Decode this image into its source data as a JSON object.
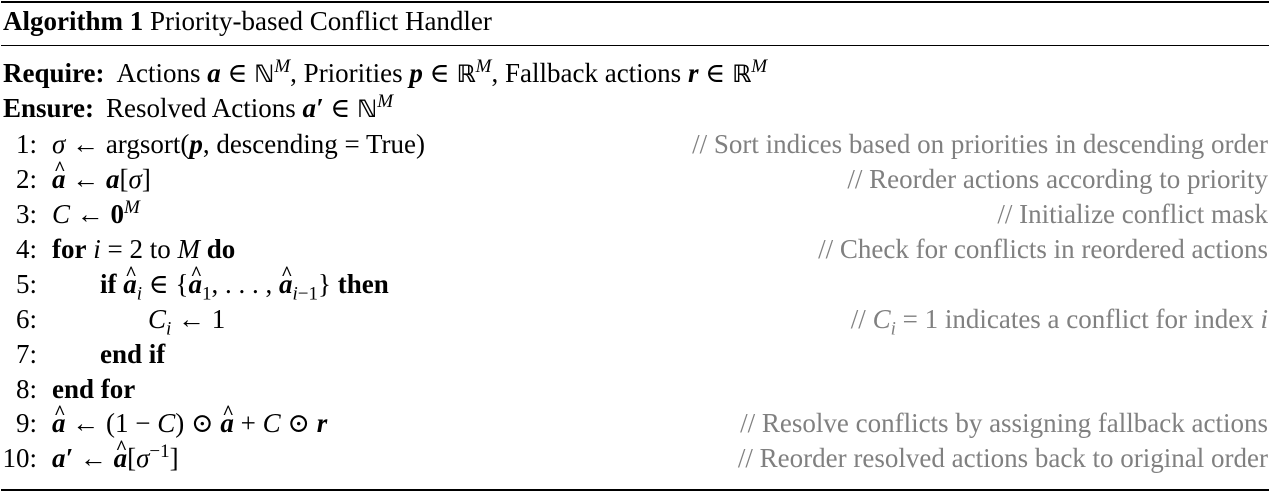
{
  "algorithm": {
    "label": "Algorithm 1",
    "title": "Priority-based Conflict Handler"
  },
  "require": {
    "keyword": "Require:",
    "actions_label": "Actions",
    "priorities_label": "Priorities",
    "fallback_label": "Fallback actions"
  },
  "ensure": {
    "keyword": "Ensure:",
    "label": "Resolved Actions"
  },
  "keywords": {
    "for": "for",
    "to": "to",
    "do": "do",
    "if": "if",
    "then": "then",
    "end_if": "end if",
    "end_for": "end for"
  },
  "steps": [
    {
      "num": "1:",
      "comment": "// Sort indices based on priorities in descending order"
    },
    {
      "num": "2:",
      "comment": "// Reorder actions according to priority"
    },
    {
      "num": "3:",
      "comment": "// Initialize conflict mask"
    },
    {
      "num": "4:",
      "comment": "// Check for conflicts in reordered actions"
    },
    {
      "num": "5:",
      "comment": ""
    },
    {
      "num": "6:",
      "comment": "indicates a conflict for index"
    },
    {
      "num": "7:",
      "comment": ""
    },
    {
      "num": "8:",
      "comment": ""
    },
    {
      "num": "9:",
      "comment": "// Resolve conflicts by assigning fallback actions"
    },
    {
      "num": "10:",
      "comment": "// Reorder resolved actions back to original order"
    }
  ]
}
